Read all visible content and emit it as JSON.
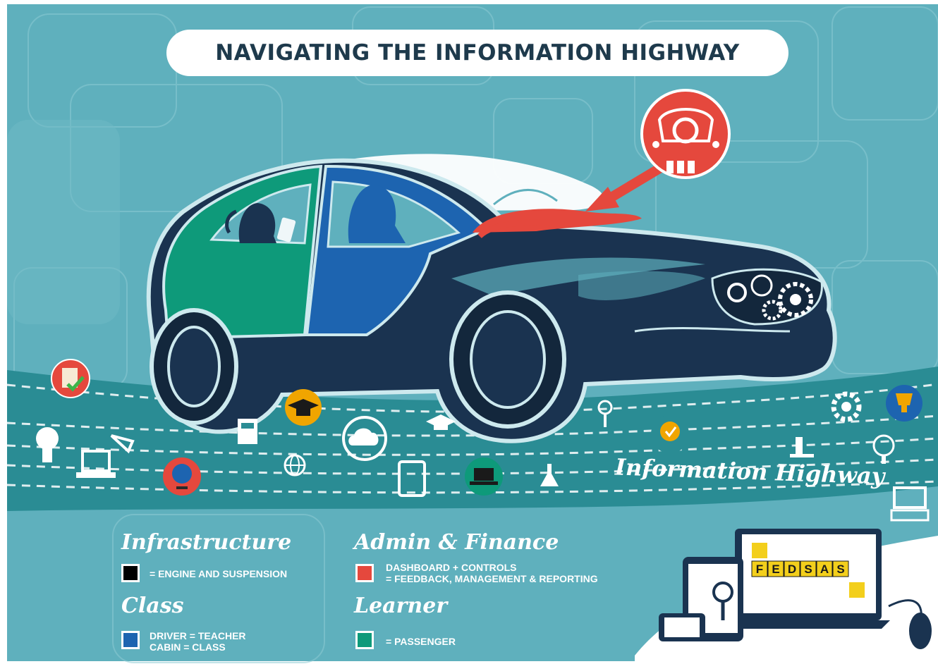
{
  "title": "NAVIGATING THE INFORMATION HIGHWAY",
  "road_label": "Information Highway",
  "brand": {
    "letters": [
      "F",
      "E",
      "D",
      "S",
      "A",
      "S"
    ]
  },
  "legend": [
    {
      "heading": "Infrastructure",
      "lines": [
        "= ENGINE AND SUSPENSION"
      ],
      "color": "#000000"
    },
    {
      "heading": "Admin & Finance",
      "lines": [
        "DASHBOARD + CONTROLS",
        "= FEEDBACK, MANAGEMENT & REPORTING"
      ],
      "color": "#e5483d"
    },
    {
      "heading": "Class",
      "lines": [
        "DRIVER = TEACHER",
        "CABIN = CLASS"
      ],
      "color": "#1d64b0"
    },
    {
      "heading": "Learner",
      "lines": [
        "= PASSENGER"
      ],
      "color": "#0e9a7a"
    }
  ],
  "colors": {
    "background": "#5fb0bd",
    "road": "#2a8c94",
    "car_body": "#1a3350",
    "cabin_front": "#1d64b0",
    "cabin_rear": "#0e9a7a",
    "dashboard": "#e5483d",
    "brand_yellow": "#f3cf1c"
  },
  "icons": [
    "document-check-icon",
    "lightbulb-icon",
    "laptop-icon",
    "protractor-icon",
    "globe-icon",
    "calculator-icon",
    "graduation-cap-icon",
    "globe-grid-icon",
    "cloud-icon",
    "mortarboard-icon",
    "tablet-icon",
    "laptop-dark-icon",
    "flask-icon",
    "magnifier-icon",
    "medal-icon",
    "microscope-icon",
    "gear-icon",
    "trophy-icon",
    "globe-stand-icon",
    "computer-icon"
  ]
}
